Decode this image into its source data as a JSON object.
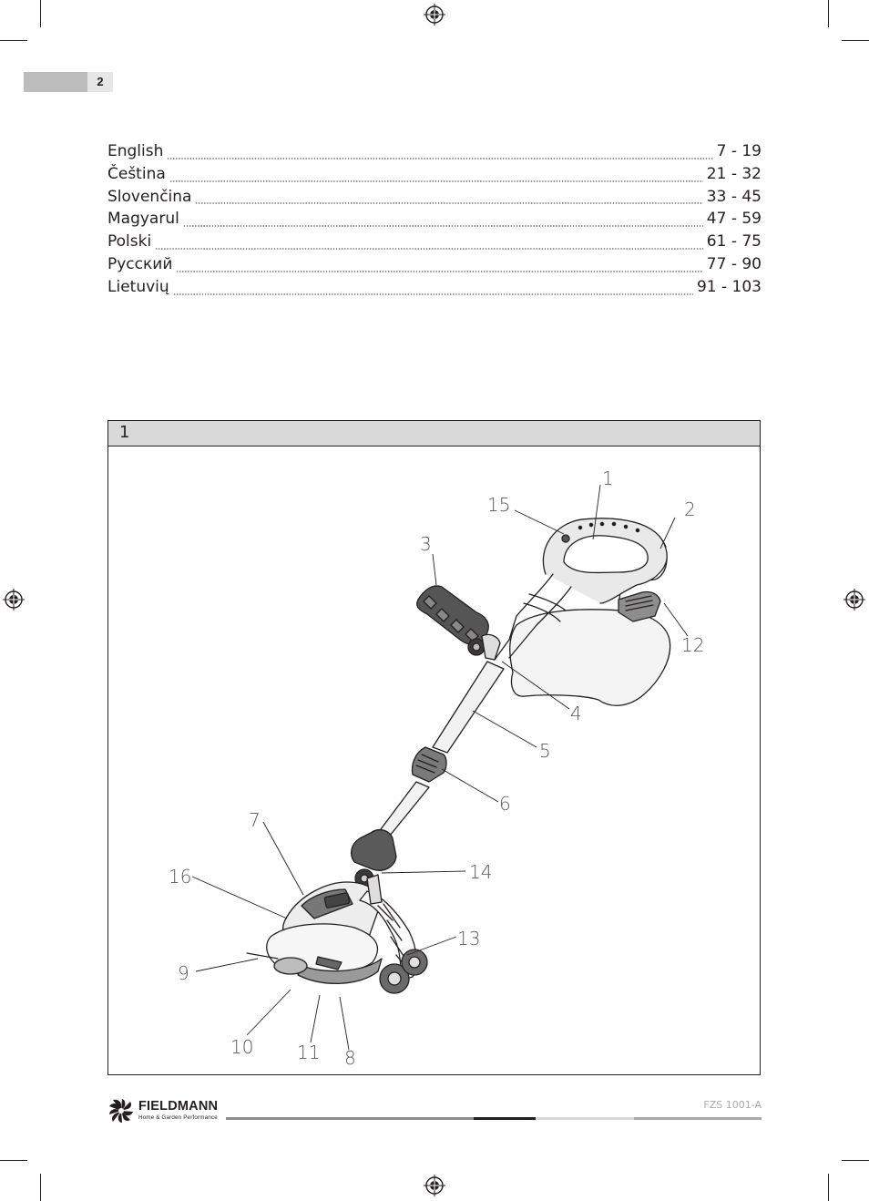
{
  "page": {
    "number": "2"
  },
  "toc": [
    {
      "language": "English",
      "pages": "7 - 19"
    },
    {
      "language": "Čeština",
      "pages": "21 - 32"
    },
    {
      "language": "Slovenčina",
      "pages": "33 - 45"
    },
    {
      "language": "Magyarul",
      "pages": "47 - 59"
    },
    {
      "language": "Polski",
      "pages": "61 - 75"
    },
    {
      "language": "Русский",
      "pages": "77 - 90"
    },
    {
      "language": "Lietuvių",
      "pages": "91 - 103"
    }
  ],
  "figure": {
    "number": "1",
    "callouts": [
      "1",
      "2",
      "3",
      "4",
      "5",
      "6",
      "7",
      "8",
      "9",
      "10",
      "11",
      "12",
      "13",
      "14",
      "15",
      "16"
    ]
  },
  "footer": {
    "brand": "FIELDMANN",
    "tagline": "Home & Garden Performance",
    "model_code": "FZS 1001-A"
  },
  "colors": {
    "text": "#231f20",
    "header_fill": "#d9d9d9",
    "tab_gray": "#bcbcbc",
    "model_code": "#a7a9ac"
  },
  "icons": [
    "registration-mark-icon",
    "fieldmann-logo-icon"
  ]
}
